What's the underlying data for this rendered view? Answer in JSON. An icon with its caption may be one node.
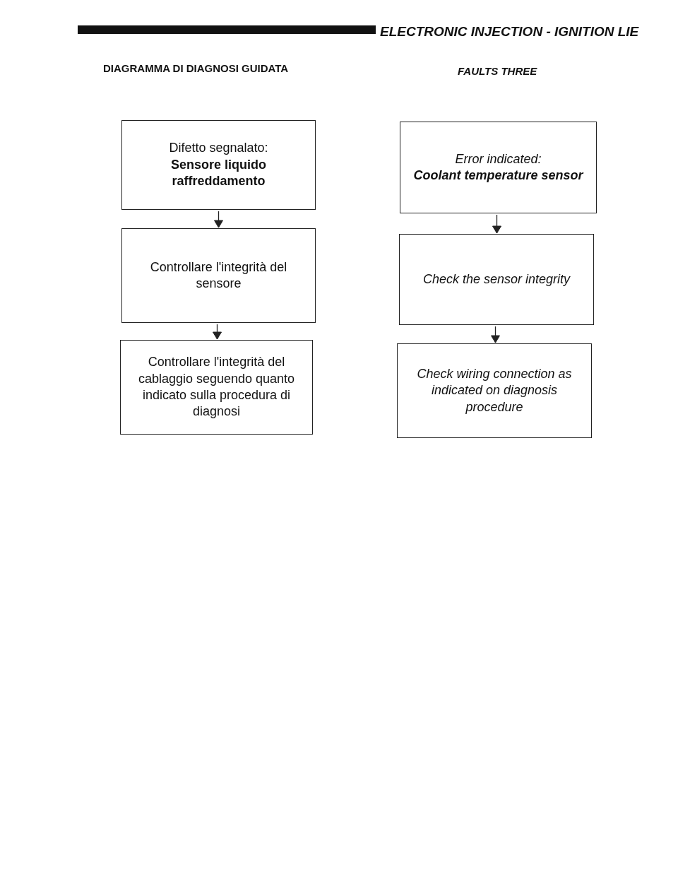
{
  "diagram": {
    "nodes": [
      {
        "text": [
          "Difetto segnalato:",
          "Sensore liquido raffreddamento"
        ]
      },
      {
        "text": [
          "Controllare l'integrità del sensore"
        ]
      },
      {
        "text": [
          "Controllare l'integrità del cablaggio seguendo quanto indicato sulla procedura di diagnosi"
        ]
      },
      {
        "text": [
          "Error indicated:",
          "Coolant temperature sensor"
        ]
      },
      {
        "text": [
          "Check the sensor integrity"
        ]
      },
      {
        "text": [
          "Check wiring connection as indicated on diagnosis procedure"
        ]
      }
    ],
    "edges": [
      {
        "from": 0,
        "to": 1,
        "arrow": "to"
      },
      {
        "from": 1,
        "to": 2,
        "arrow": "to"
      },
      {
        "from": 3,
        "to": 4,
        "arrow": "to"
      },
      {
        "from": 4,
        "to": 5,
        "arrow": "to"
      }
    ],
    "labels": [
      "ELECTRONIC INJECTION - IGNITION LIE",
      "DIAGRAMMA DI DIAGNOSI GUIDATA",
      "FAULTS THREE"
    ]
  }
}
